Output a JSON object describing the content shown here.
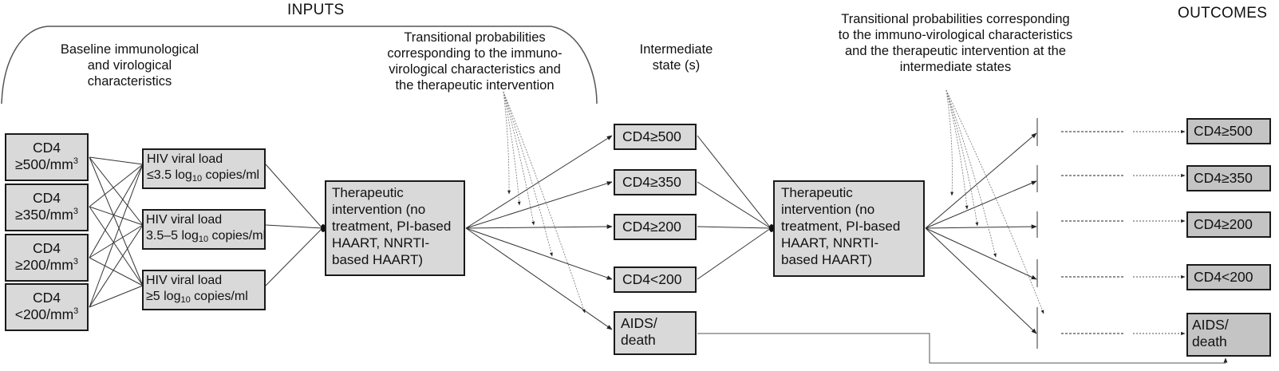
{
  "sections": {
    "inputs": "INPUTS",
    "outcomes": "OUTCOMES"
  },
  "annotations": {
    "baseline": [
      "Baseline immunological",
      "and virological",
      "characteristics"
    ],
    "transitional_1": [
      "Transitional probabilities",
      "corresponding to the immuno-",
      "virological characteristics and",
      "the therapeutic intervention"
    ],
    "intermediate": [
      "Intermediate",
      "state (s)"
    ],
    "transitional_2": [
      "Transitional probabilities corresponding",
      "to the immuno-virological characteristics",
      "and the therapeutic intervention at the",
      "intermediate states"
    ]
  },
  "baseline_cd4": [
    {
      "line1": "CD4",
      "line2": "≥500/mm",
      "sup": "3"
    },
    {
      "line1": "CD4",
      "line2": "≥350/mm",
      "sup": "3"
    },
    {
      "line1": "CD4",
      "line2": "≥200/mm",
      "sup": "3"
    },
    {
      "line1": "CD4",
      "line2": "<200/mm",
      "sup": "3"
    }
  ],
  "viral_load": [
    {
      "line1": "HIV viral load",
      "pre": "≤3.5 log",
      "sub": "10",
      "post": " copies/ml"
    },
    {
      "line1": "HIV viral load",
      "pre": "3.5–5 log",
      "sub": "10",
      "post": " copies/ml"
    },
    {
      "line1": "HIV viral load",
      "pre": "≥5 log",
      "sub": "10",
      "post": " copies/ml"
    }
  ],
  "therapeutic": [
    "Therapeutic",
    "intervention (no",
    "treatment, PI-based",
    "HAART, NNRTI-",
    "based HAART)"
  ],
  "intermediate_states": [
    [
      "CD4≥500"
    ],
    [
      "CD4≥350"
    ],
    [
      "CD4≥200"
    ],
    [
      "CD4<200"
    ],
    [
      "AIDS/",
      "death"
    ]
  ],
  "outcomes": [
    [
      "CD4≥500"
    ],
    [
      "CD4≥350"
    ],
    [
      "CD4≥200"
    ],
    [
      "CD4<200"
    ],
    [
      "AIDS/",
      "death"
    ]
  ],
  "colors": {
    "box_fill": "#d9d9d9",
    "outcome_fill": "#c4c4c4",
    "border": "#1a1a1a",
    "line": "#333333",
    "dotted": "#666666"
  }
}
